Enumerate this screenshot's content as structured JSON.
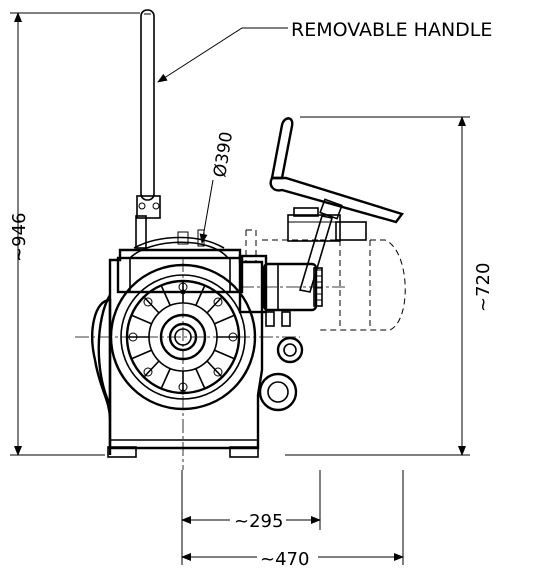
{
  "labels": {
    "handle_callout": "REMOVABLE HANDLE",
    "diameter": "Ø390",
    "overall_height": "~946",
    "motor_height": "~720",
    "width_295": "~295",
    "width_470": "~470"
  }
}
